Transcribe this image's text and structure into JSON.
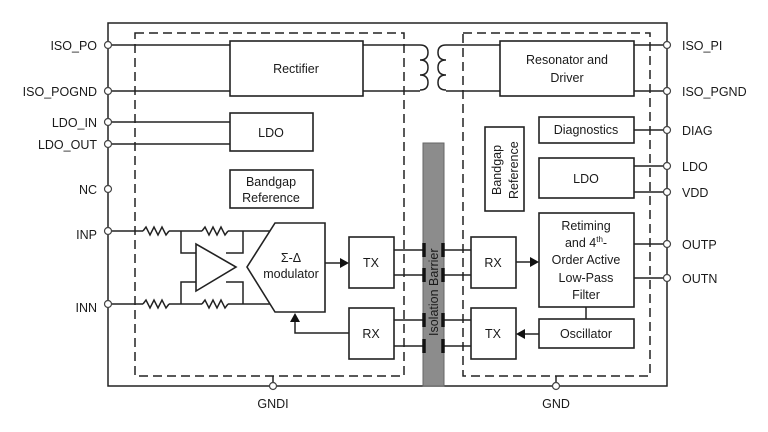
{
  "diagram": {
    "pins_left": [
      "ISO_PO",
      "ISO_POGND",
      "LDO_IN",
      "LDO_OUT",
      "NC",
      "INP",
      "INN"
    ],
    "pins_right": [
      "ISO_PI",
      "ISO_PGND",
      "DIAG",
      "LDO",
      "VDD",
      "OUTP",
      "OUTN"
    ],
    "pins_bottom": [
      "GNDI",
      "GND"
    ],
    "left_blocks": {
      "rectifier": "Rectifier",
      "ldo": "LDO",
      "bandgap_line1": "Bandgap",
      "bandgap_line2": "Reference",
      "modulator_line1": "Σ-Δ",
      "modulator_line2": "modulator",
      "tx": "TX",
      "rx": "RX"
    },
    "right_blocks": {
      "resonator_line1": "Resonator and",
      "resonator_line2": "Driver",
      "diagnostics": "Diagnostics",
      "bandgap_line1": "Bandgap",
      "bandgap_line2": "Reference",
      "ldo": "LDO",
      "filter_line1": "Retiming",
      "filter_line2": "and 4",
      "filter_sup": "th",
      "filter_line2b": "-",
      "filter_line3": "Order Active",
      "filter_line4": "Low-Pass",
      "filter_line5": "Filter",
      "rx": "RX",
      "tx": "TX",
      "oscillator": "Oscillator"
    },
    "isolation_barrier": "Isolation Barrier",
    "colors": {
      "barrier": "#8c8c8c",
      "line": "#222222"
    }
  }
}
